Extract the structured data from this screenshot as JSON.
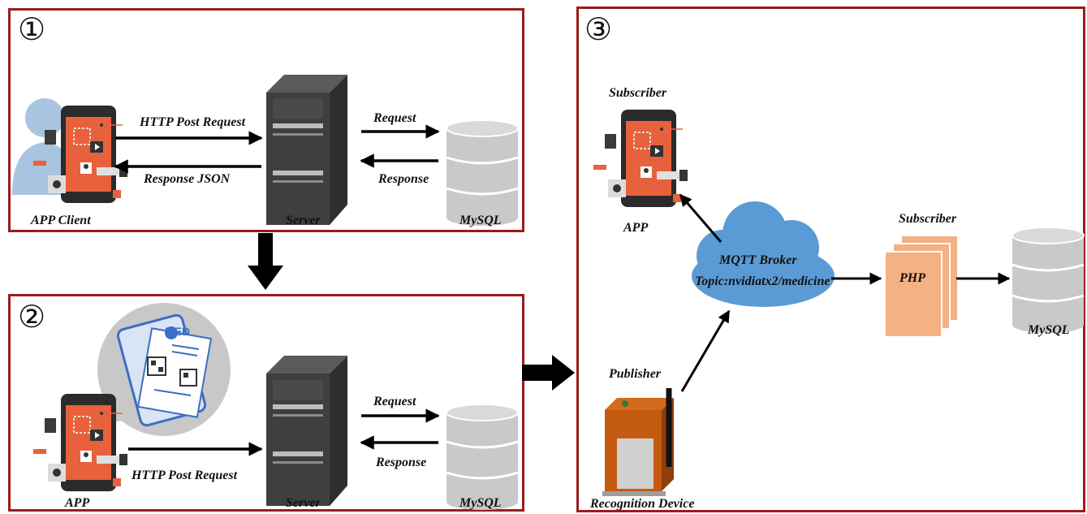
{
  "panel1": {
    "number": "①",
    "arrow_post": "HTTP Post Request",
    "arrow_json": "Response JSON",
    "arrow_request": "Request",
    "arrow_response": "Response",
    "client_label": "APP Client",
    "server_label": "Server",
    "db_label": "MySQL"
  },
  "panel2": {
    "number": "②",
    "qr_badge": "MED",
    "arrow_post": "HTTP Post Request",
    "arrow_request": "Request",
    "arrow_response": "Response",
    "client_label": "APP",
    "server_label": "Server",
    "db_label": "MySQL"
  },
  "panel3": {
    "number": "③",
    "subscriber_app": "Subscriber",
    "app_label": "APP",
    "broker_line1": "MQTT Broker",
    "broker_line2": "Topic:nvidiatx2/medicine",
    "subscriber_php": "Subscriber",
    "php_label": "PHP",
    "db_label": "MySQL",
    "publisher_label": "Publisher",
    "device_label": "Recognition Device"
  },
  "colors": {
    "panel_border": "#9b1b1b",
    "phone_screen": "#e8613d",
    "db_fill": "#c9c9c9",
    "cloud_fill": "#5b9bd5",
    "php_fill": "#f4b183",
    "device_fill": "#c55a11"
  }
}
